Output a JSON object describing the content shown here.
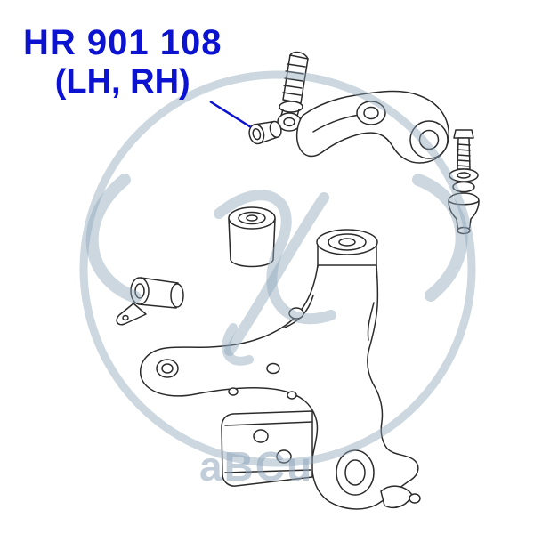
{
  "label": {
    "part_number": "HR 901 108",
    "variant": "(LH, RH)"
  },
  "watermark": {
    "text": "aBCu"
  },
  "colors": {
    "label_blue": "#0b12d0",
    "ink": "#2b2b2b",
    "watermark": "#8fa6bb",
    "background": "#ffffff"
  }
}
